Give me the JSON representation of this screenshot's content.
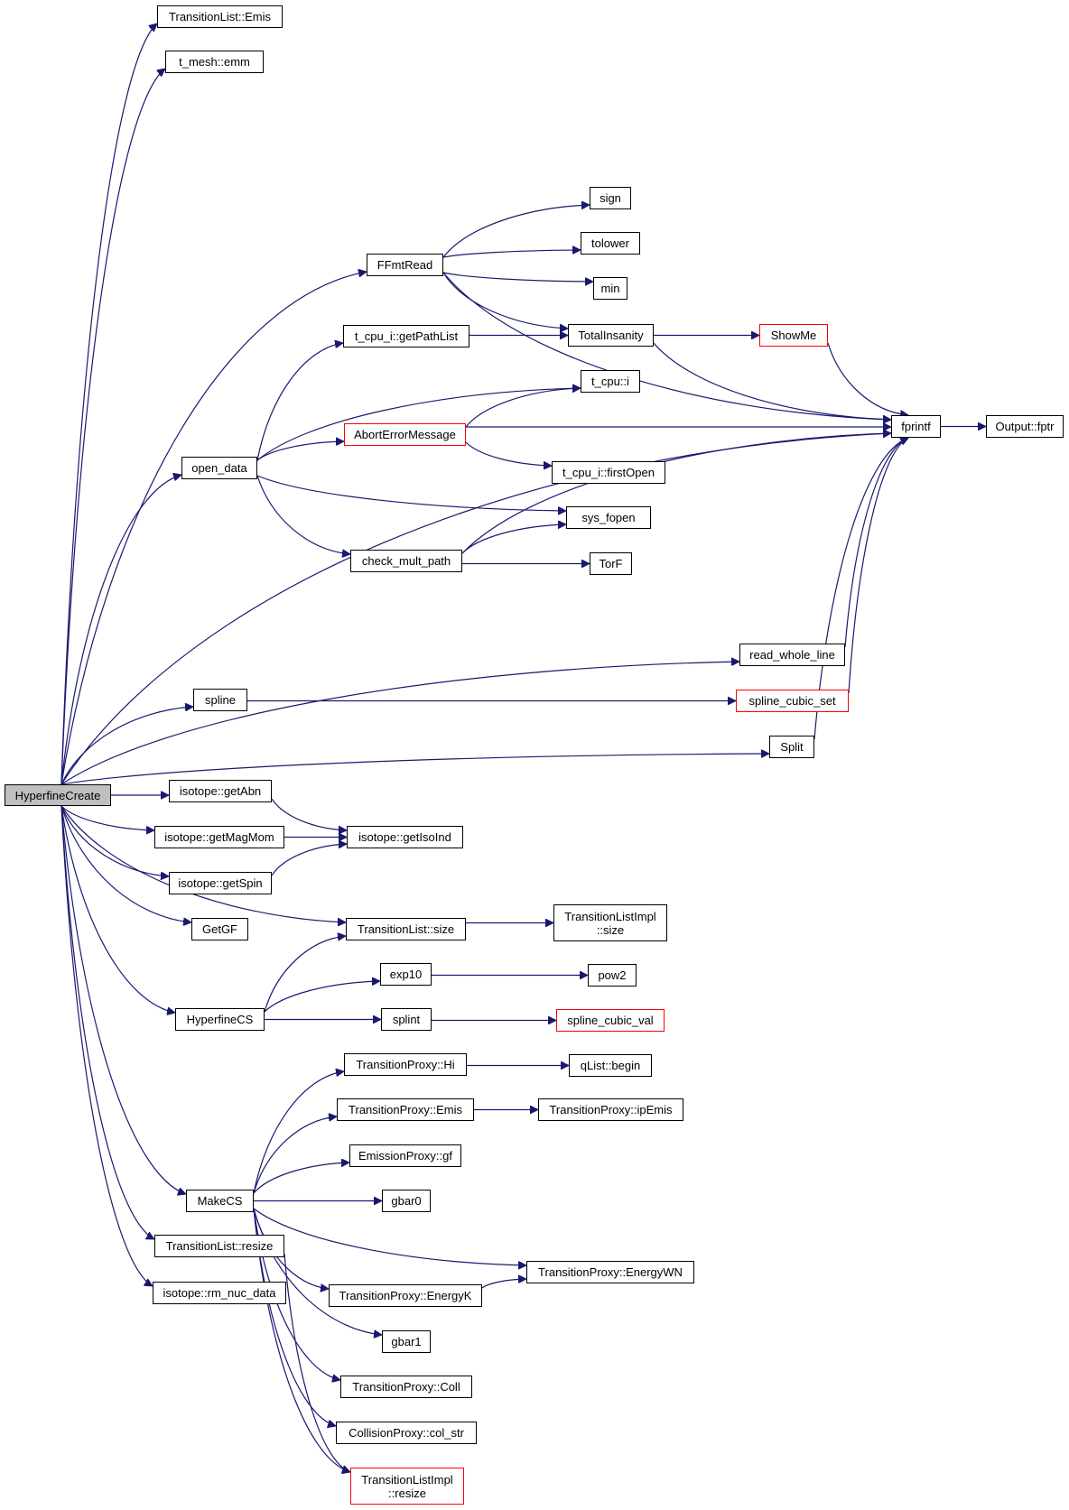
{
  "colors": {
    "edge": "#191970",
    "node_border": "#000000",
    "incomplete_border": "#ff0000",
    "root_fill": "#bfbfbf",
    "node_fill": "#ffffff"
  },
  "nodes": {
    "hyperfine_create": {
      "label": "HyperfineCreate",
      "style": "root"
    },
    "tl_emis": {
      "label": "TransitionList::Emis",
      "style": "normal"
    },
    "t_mesh_emm": {
      "label": "t_mesh::emm",
      "style": "normal"
    },
    "ffmtread": {
      "label": "FFmtRead",
      "style": "normal"
    },
    "sign": {
      "label": "sign",
      "style": "normal"
    },
    "tolower": {
      "label": "tolower",
      "style": "normal"
    },
    "min": {
      "label": "min",
      "style": "normal"
    },
    "t_cpu_getpathlist": {
      "label": "t_cpu_i::getPathList",
      "style": "normal"
    },
    "totalinsanity": {
      "label": "TotalInsanity",
      "style": "normal"
    },
    "showme": {
      "label": "ShowMe",
      "style": "red"
    },
    "t_cpu_i": {
      "label": "t_cpu::i",
      "style": "normal"
    },
    "aborterror": {
      "label": "AbortErrorMessage",
      "style": "red"
    },
    "fprintf": {
      "label": "fprintf",
      "style": "normal"
    },
    "output_fptr": {
      "label": "Output::fptr",
      "style": "normal"
    },
    "open_data": {
      "label": "open_data",
      "style": "normal"
    },
    "firstopen": {
      "label": "t_cpu_i::firstOpen",
      "style": "normal"
    },
    "sys_fopen": {
      "label": "sys_fopen",
      "style": "normal"
    },
    "check_mult_path": {
      "label": "check_mult_path",
      "style": "normal"
    },
    "torf": {
      "label": "TorF",
      "style": "normal"
    },
    "read_whole_line": {
      "label": "read_whole_line",
      "style": "normal"
    },
    "spline": {
      "label": "spline",
      "style": "normal"
    },
    "spline_cubic_set": {
      "label": "spline_cubic_set",
      "style": "red"
    },
    "split": {
      "label": "Split",
      "style": "normal"
    },
    "getabn": {
      "label": "isotope::getAbn",
      "style": "normal"
    },
    "getmagmom": {
      "label": "isotope::getMagMom",
      "style": "normal"
    },
    "getisoind": {
      "label": "isotope::getIsoInd",
      "style": "normal"
    },
    "getspin": {
      "label": "isotope::getSpin",
      "style": "normal"
    },
    "getgf": {
      "label": "GetGF",
      "style": "normal"
    },
    "tl_size": {
      "label": "TransitionList::size",
      "style": "normal"
    },
    "tli_size": {
      "label": "TransitionListImpl\n::size",
      "style": "normal"
    },
    "exp10": {
      "label": "exp10",
      "style": "normal"
    },
    "pow2": {
      "label": "pow2",
      "style": "normal"
    },
    "hyperfinecs": {
      "label": "HyperfineCS",
      "style": "normal"
    },
    "splint": {
      "label": "splint",
      "style": "normal"
    },
    "spline_cubic_val": {
      "label": "spline_cubic_val",
      "style": "red"
    },
    "tp_hi": {
      "label": "TransitionProxy::Hi",
      "style": "normal"
    },
    "qlist_begin": {
      "label": "qList::begin",
      "style": "normal"
    },
    "tp_emis": {
      "label": "TransitionProxy::Emis",
      "style": "normal"
    },
    "tp_ipemis": {
      "label": "TransitionProxy::ipEmis",
      "style": "normal"
    },
    "ep_gf": {
      "label": "EmissionProxy::gf",
      "style": "normal"
    },
    "makecs": {
      "label": "MakeCS",
      "style": "normal"
    },
    "gbar0": {
      "label": "gbar0",
      "style": "normal"
    },
    "tl_resize": {
      "label": "TransitionList::resize",
      "style": "normal"
    },
    "tp_energywn": {
      "label": "TransitionProxy::EnergyWN",
      "style": "normal"
    },
    "rm_nuc_data": {
      "label": "isotope::rm_nuc_data",
      "style": "normal"
    },
    "tp_energyk": {
      "label": "TransitionProxy::EnergyK",
      "style": "normal"
    },
    "gbar1": {
      "label": "gbar1",
      "style": "normal"
    },
    "tp_coll": {
      "label": "TransitionProxy::Coll",
      "style": "normal"
    },
    "cp_col_str": {
      "label": "CollisionProxy::col_str",
      "style": "normal"
    },
    "tli_resize": {
      "label": "TransitionListImpl\n::resize",
      "style": "red"
    }
  },
  "edges": [
    [
      "hyperfine_create",
      "tl_emis"
    ],
    [
      "hyperfine_create",
      "t_mesh_emm"
    ],
    [
      "hyperfine_create",
      "fprintf"
    ],
    [
      "hyperfine_create",
      "ffmtread"
    ],
    [
      "hyperfine_create",
      "open_data"
    ],
    [
      "hyperfine_create",
      "read_whole_line"
    ],
    [
      "hyperfine_create",
      "spline"
    ],
    [
      "hyperfine_create",
      "split"
    ],
    [
      "hyperfine_create",
      "getabn"
    ],
    [
      "hyperfine_create",
      "getmagmom"
    ],
    [
      "hyperfine_create",
      "getspin"
    ],
    [
      "hyperfine_create",
      "getgf"
    ],
    [
      "hyperfine_create",
      "tl_size"
    ],
    [
      "hyperfine_create",
      "hyperfinecs"
    ],
    [
      "hyperfine_create",
      "makecs"
    ],
    [
      "hyperfine_create",
      "tl_resize"
    ],
    [
      "hyperfine_create",
      "rm_nuc_data"
    ],
    [
      "ffmtread",
      "fprintf"
    ],
    [
      "ffmtread",
      "sign"
    ],
    [
      "ffmtread",
      "tolower"
    ],
    [
      "ffmtread",
      "min"
    ],
    [
      "ffmtread",
      "totalinsanity"
    ],
    [
      "t_cpu_getpathlist",
      "totalinsanity"
    ],
    [
      "totalinsanity",
      "showme"
    ],
    [
      "totalinsanity",
      "fprintf"
    ],
    [
      "showme",
      "fprintf"
    ],
    [
      "open_data",
      "t_cpu_getpathlist"
    ],
    [
      "open_data",
      "t_cpu_i"
    ],
    [
      "open_data",
      "aborterror"
    ],
    [
      "open_data",
      "sys_fopen"
    ],
    [
      "open_data",
      "check_mult_path"
    ],
    [
      "aborterror",
      "t_cpu_i"
    ],
    [
      "aborterror",
      "fprintf"
    ],
    [
      "aborterror",
      "firstopen"
    ],
    [
      "check_mult_path",
      "sys_fopen"
    ],
    [
      "check_mult_path",
      "torf"
    ],
    [
      "check_mult_path",
      "fprintf"
    ],
    [
      "fprintf",
      "output_fptr"
    ],
    [
      "read_whole_line",
      "fprintf"
    ],
    [
      "spline",
      "spline_cubic_set"
    ],
    [
      "spline_cubic_set",
      "fprintf"
    ],
    [
      "split",
      "fprintf"
    ],
    [
      "getabn",
      "getisoind"
    ],
    [
      "getmagmom",
      "getisoind"
    ],
    [
      "getspin",
      "getisoind"
    ],
    [
      "tl_size",
      "tli_size"
    ],
    [
      "hyperfinecs",
      "tl_size"
    ],
    [
      "hyperfinecs",
      "exp10"
    ],
    [
      "hyperfinecs",
      "splint"
    ],
    [
      "exp10",
      "pow2"
    ],
    [
      "splint",
      "spline_cubic_val"
    ],
    [
      "makecs",
      "tp_hi"
    ],
    [
      "makecs",
      "tp_emis"
    ],
    [
      "makecs",
      "ep_gf"
    ],
    [
      "makecs",
      "gbar0"
    ],
    [
      "makecs",
      "tp_energywn"
    ],
    [
      "makecs",
      "tp_energyk"
    ],
    [
      "makecs",
      "gbar1"
    ],
    [
      "makecs",
      "tp_coll"
    ],
    [
      "makecs",
      "cp_col_str"
    ],
    [
      "makecs",
      "tli_resize"
    ],
    [
      "tp_hi",
      "qlist_begin"
    ],
    [
      "tp_emis",
      "tp_ipemis"
    ],
    [
      "tp_energyk",
      "tp_energywn"
    ],
    [
      "tl_resize",
      "tli_resize"
    ]
  ]
}
